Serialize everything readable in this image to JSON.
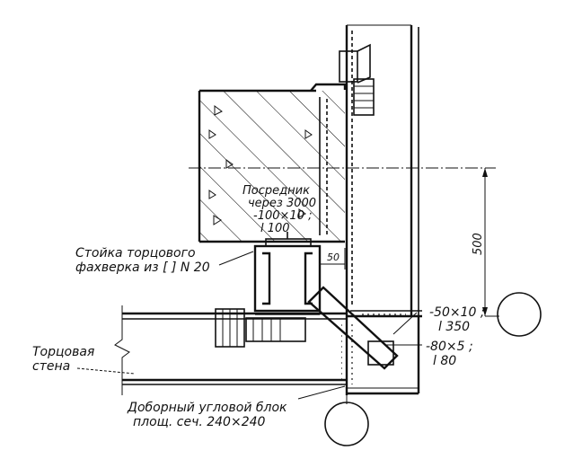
{
  "labels": {
    "spacer_line1": "Посредник",
    "spacer_line2": "через 3000",
    "spacer_line3": "-100×10 ;",
    "spacer_line4": "l 100",
    "post_line1": "Стойка торцового",
    "post_line2": "фахверка из [ ] N 20",
    "plate1_line1": "-50×10 ;",
    "plate1_line2": "l 350",
    "plate2_line1": "-80×5 ;",
    "plate2_line2": "l 80",
    "endwall_line1": "Торцовая",
    "endwall_line2": "стена",
    "corner_line1": "Доборный угловой блок",
    "corner_line2": "площ. сеч. 240×240"
  },
  "dimensions": {
    "gap_50": "50",
    "height_500": "500"
  },
  "colors": {
    "ink": "#111111",
    "paper": "#ffffff"
  }
}
